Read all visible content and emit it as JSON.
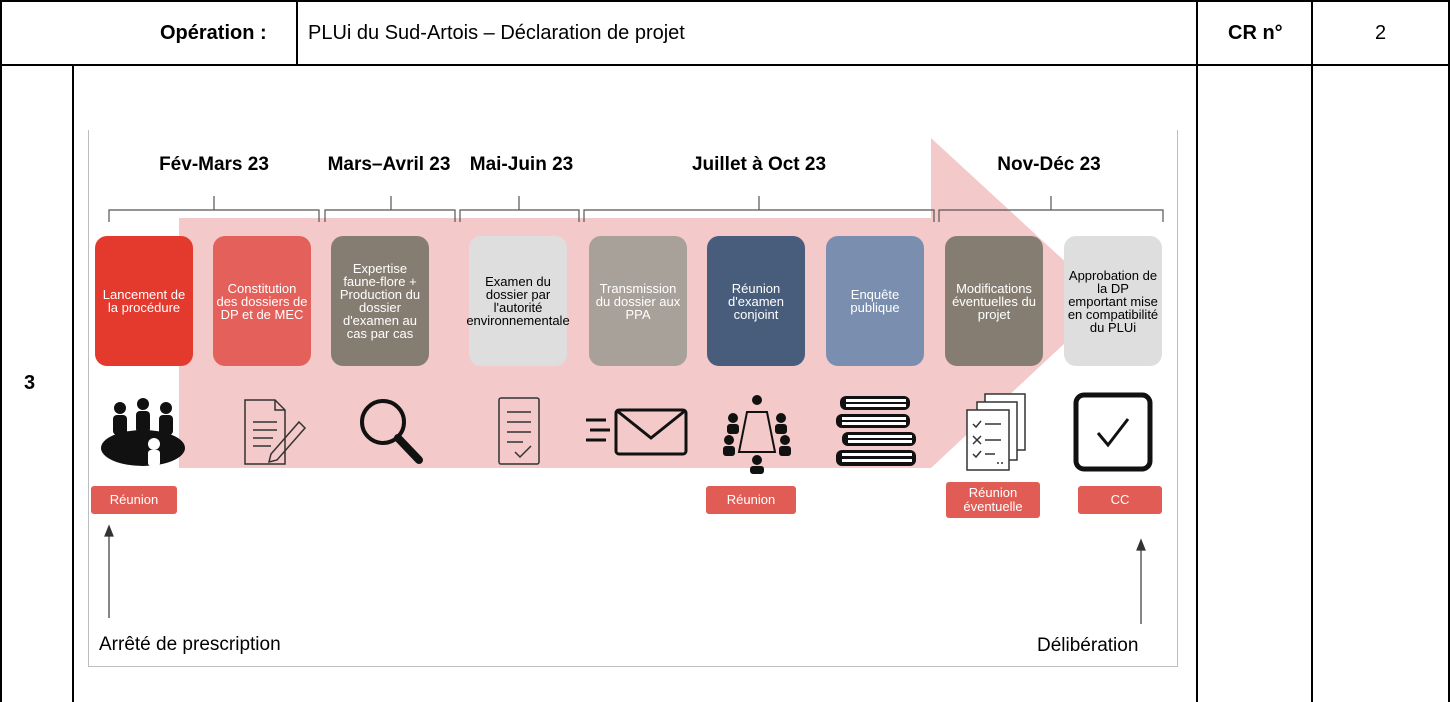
{
  "header": {
    "operation_label": "Opération :",
    "operation_value": "PLUi du Sud-Artois – Déclaration de projet",
    "cr_label": "CR n°",
    "cr_value": "2"
  },
  "row": {
    "number": "3"
  },
  "timeline": {
    "periods": [
      "Fév-Mars 23",
      "Mars–Avril 23",
      "Mai-Juin 23",
      "Juillet à Oct 23",
      "Nov-Déc 23"
    ],
    "steps": [
      {
        "label": "Lancement de la procédure",
        "color": "#e4392d"
      },
      {
        "label": "Constitution des dossiers de DP et de MEC",
        "color": "#e4605a"
      },
      {
        "label": "Expertise faune-flore + Production du dossier d'examen au cas par cas",
        "color": "#867d72"
      },
      {
        "label": "Examen du dossier par l'autorité environnementale",
        "color": "#dedede"
      },
      {
        "label": "Transmission du dossier aux PPA",
        "color": "#a8a199"
      },
      {
        "label": "Réunion d'examen conjoint",
        "color": "#475d7b"
      },
      {
        "label": "Enquête publique",
        "color": "#7a8fb0"
      },
      {
        "label": "Modifications éventuelles du projet",
        "color": "#867d72"
      },
      {
        "label": "Approbation de la DP emportant mise en compatibilité du PLUi",
        "color": "#dedede"
      }
    ],
    "icons": [
      "meeting-table-icon",
      "document-pen-icon",
      "magnifier-icon",
      "checklist-document-icon",
      "envelope-icon",
      "conference-table-icon",
      "books-stack-icon",
      "checklist-pages-icon",
      "checkbox-icon"
    ],
    "badges": {
      "reunion_1": "Réunion",
      "reunion_2": "Réunion",
      "reunion_eventuelle": "Réunion éventuelle",
      "cc": "CC"
    },
    "notes": {
      "start": "Arrêté de prescription",
      "end": "Délibération"
    },
    "arrow_color": "#f4c9c9"
  }
}
